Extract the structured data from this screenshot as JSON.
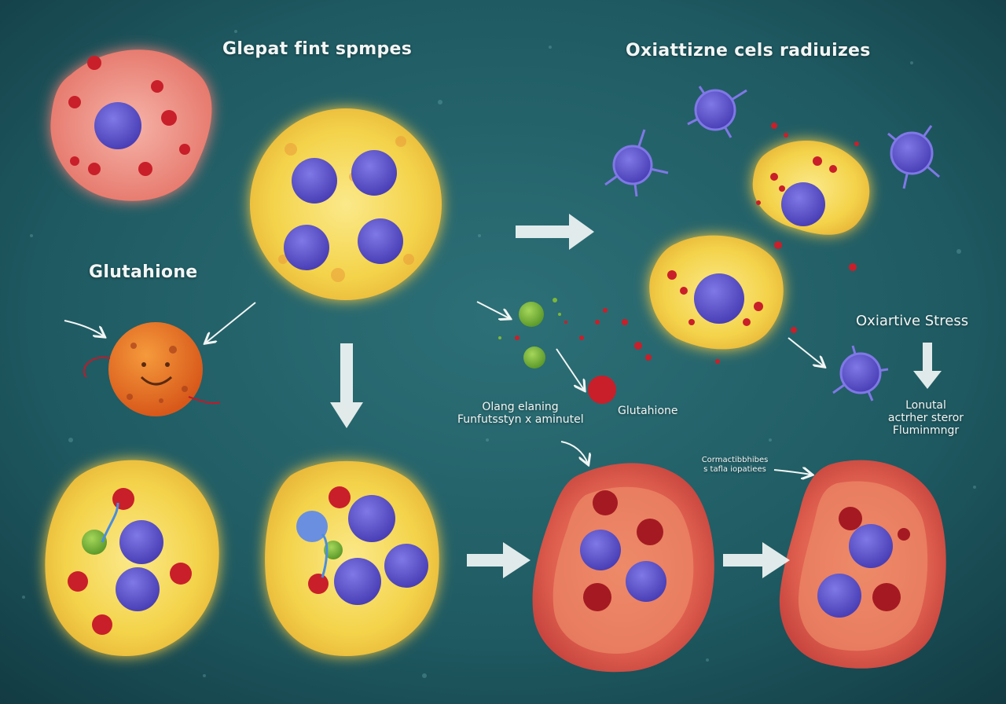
{
  "labels": {
    "top_left_title": "Glepat fint spmpes",
    "top_right_title": "Oxiattizne cels radiuizes",
    "glutathione_left": "Glutahione",
    "oxidative_stress": "Oxiartive Stress",
    "middle_caption_1": "Olang elaning",
    "middle_caption_2": "Funfutsstyn x aminutel",
    "glutathione_mid": "Glutahione",
    "right_caption_1": "Lonutal",
    "right_caption_2": "actrher steror",
    "right_caption_3": "Fluminmngr",
    "small_caption_1": "Cormactibbhibes",
    "small_caption_2": "s tafla iopatiees"
  },
  "colors": {
    "background_center": "#2b6d74",
    "background_edge": "#133d45",
    "healthy_cell": "#f7df5e",
    "healthy_glow": "#fff6b0",
    "nucleus": "#5a4fc8",
    "radical": "#c91f2a",
    "damaged_cell": "#e05a4e",
    "glutathione_green": "#7bb83a",
    "glutathione_orange": "#e8731f",
    "arrow": "#f2f6f5"
  }
}
